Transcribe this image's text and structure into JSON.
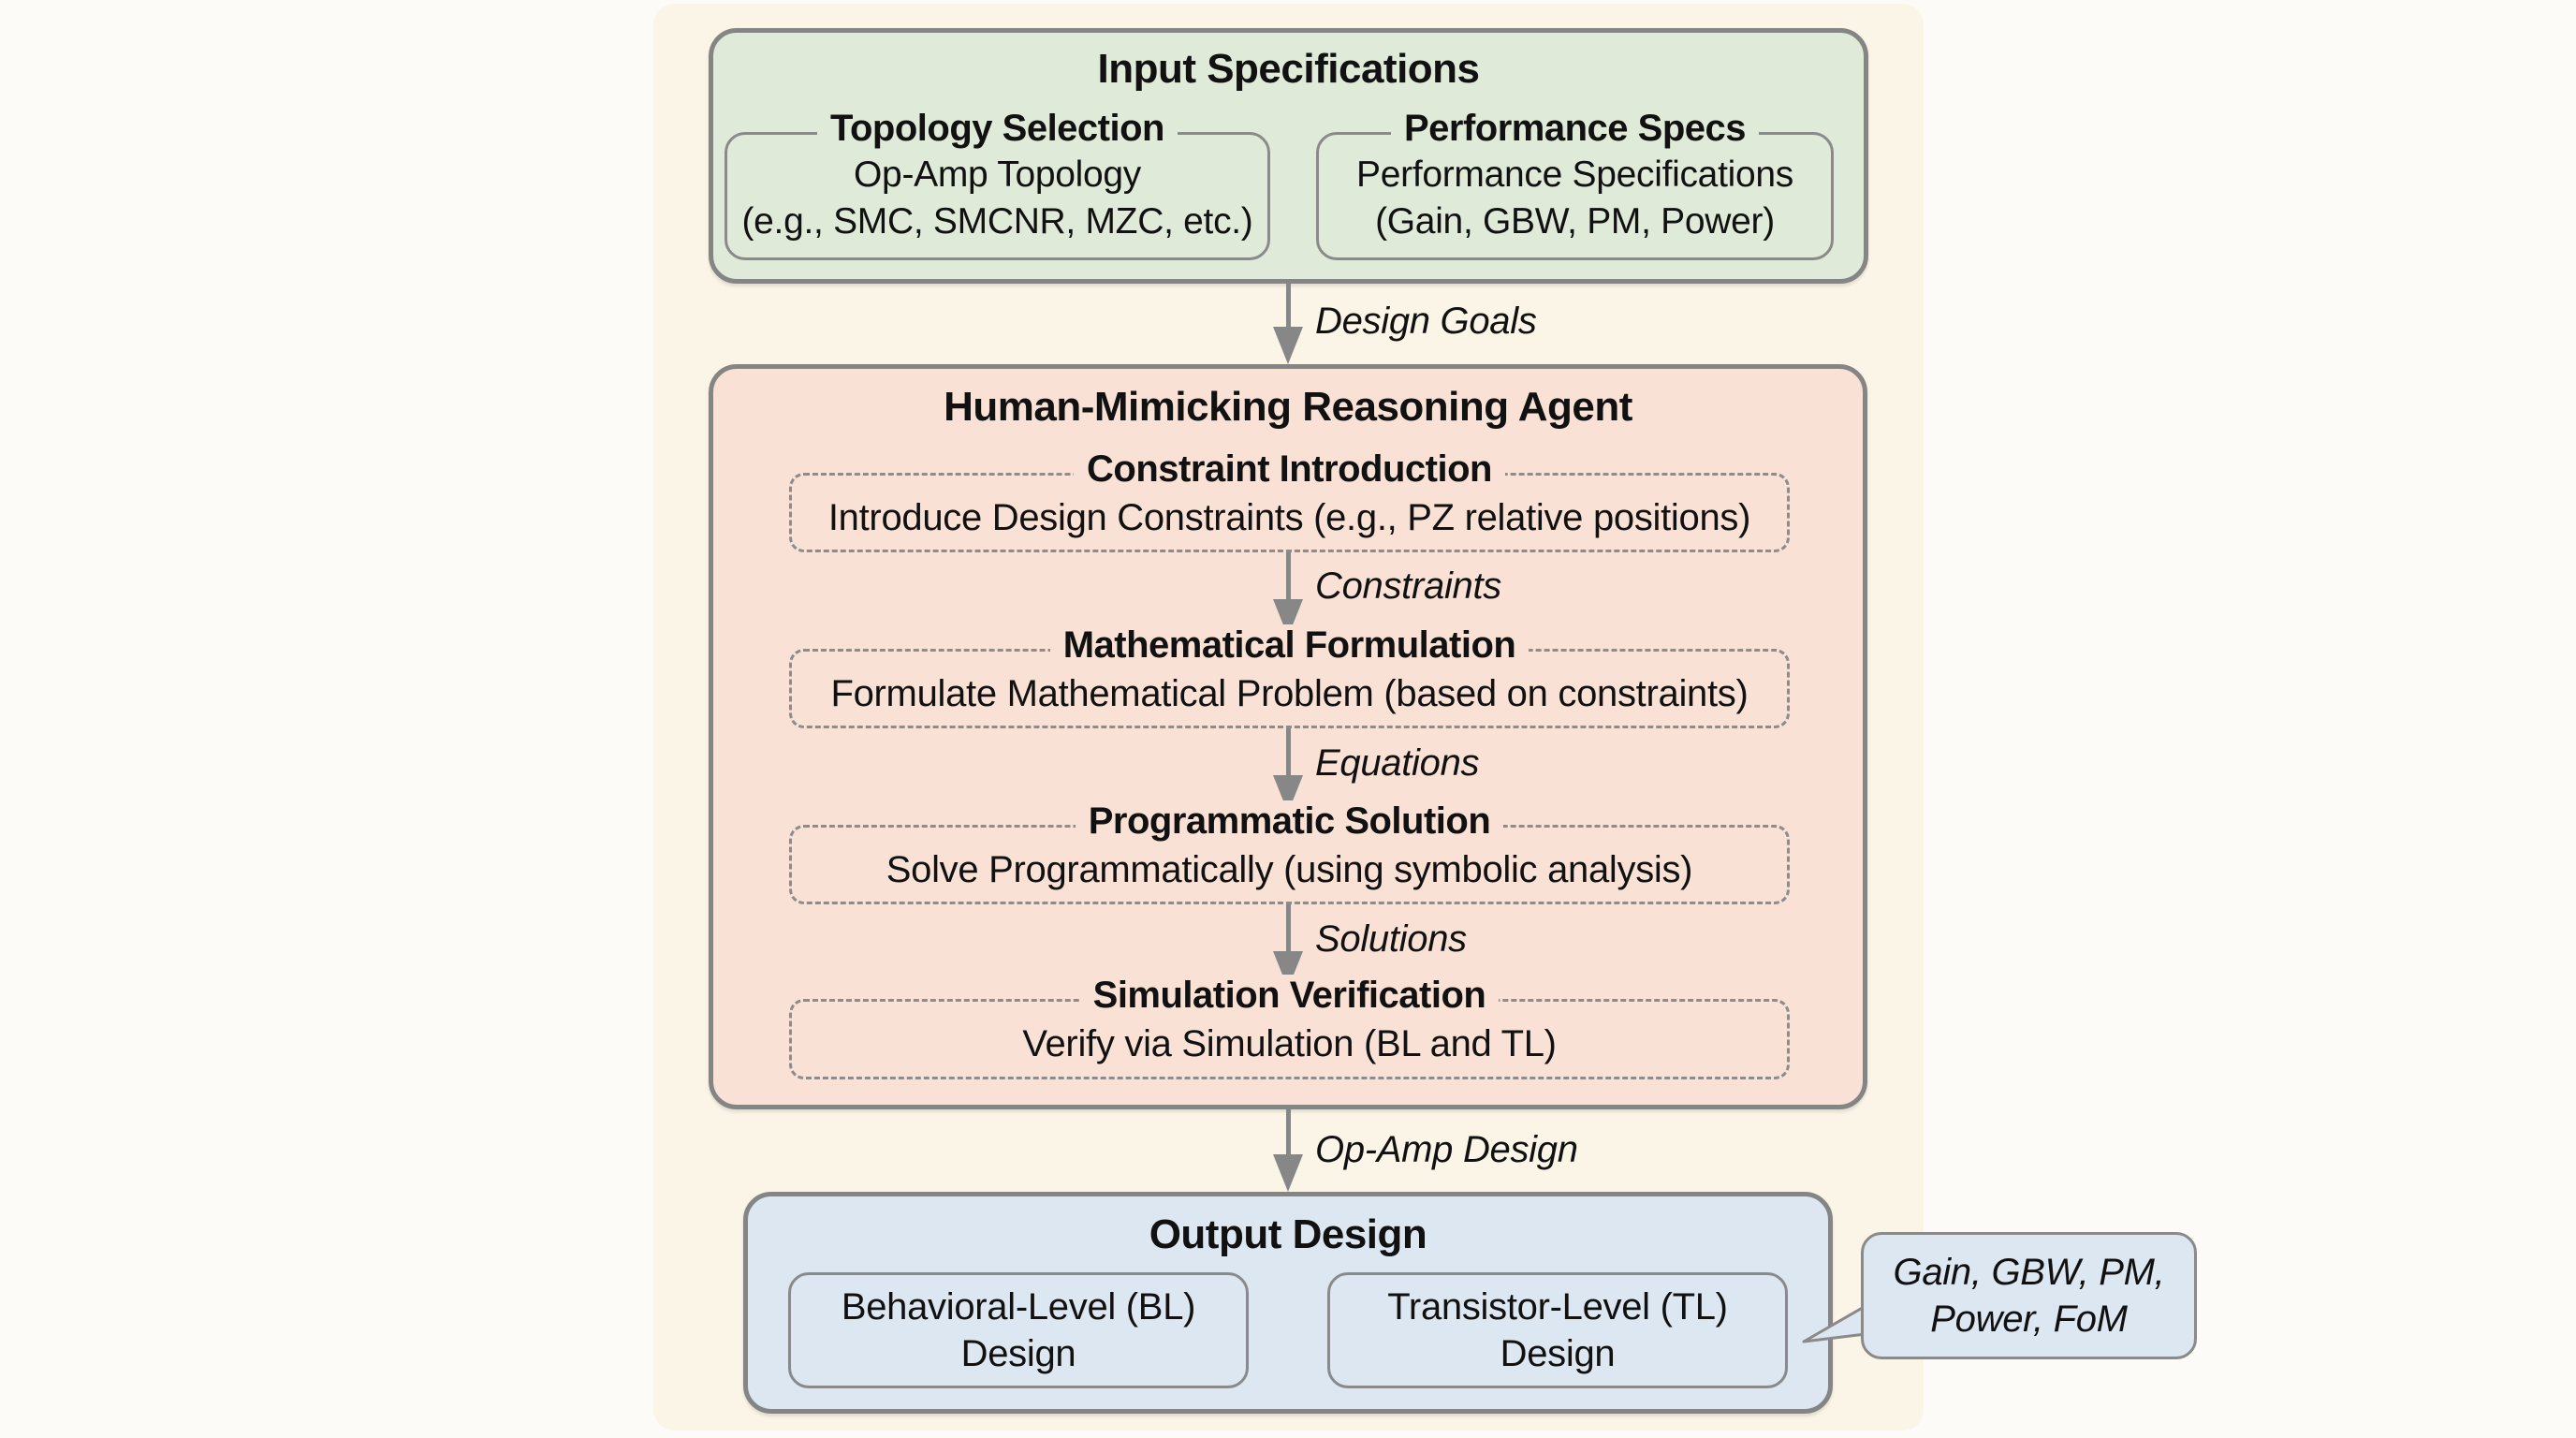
{
  "input_specs": {
    "title": "Input Specifications",
    "topology": {
      "title": "Topology Selection",
      "line1": "Op-Amp Topology",
      "line2": "(e.g., SMC, SMCNR, MZC, etc.)"
    },
    "performance": {
      "title": "Performance Specs",
      "line1": "Performance Specifications",
      "line2": "(Gain, GBW, PM, Power)"
    }
  },
  "edges": {
    "design_goals": "Design Goals",
    "constraints": "Constraints",
    "equations": "Equations",
    "solutions": "Solutions",
    "op_amp_design": "Op-Amp Design"
  },
  "agent": {
    "title": "Human-Mimicking Reasoning Agent",
    "steps": [
      {
        "title": "Constraint Introduction",
        "body": "Introduce Design Constraints (e.g., PZ relative positions)"
      },
      {
        "title": "Mathematical Formulation",
        "body": "Formulate Mathematical Problem (based on constraints)"
      },
      {
        "title": "Programmatic Solution",
        "body": "Solve Programmatically (using symbolic analysis)"
      },
      {
        "title": "Simulation Verification",
        "body": "Verify via Simulation (BL and TL)"
      }
    ]
  },
  "output": {
    "title": "Output Design",
    "bl": {
      "line1": "Behavioral-Level (BL)",
      "line2": "Design"
    },
    "tl": {
      "line1": "Transistor-Level (TL)",
      "line2": "Design"
    },
    "callout": {
      "line1": "Gain, GBW, PM,",
      "line2": "Power, FoM"
    }
  },
  "colors": {
    "backdrop": "#FBF5E8",
    "input_panel": "#DFEBD8",
    "agent_panel": "#F9E1D5",
    "output_panel": "#DCE7F2",
    "border": "#858585"
  }
}
